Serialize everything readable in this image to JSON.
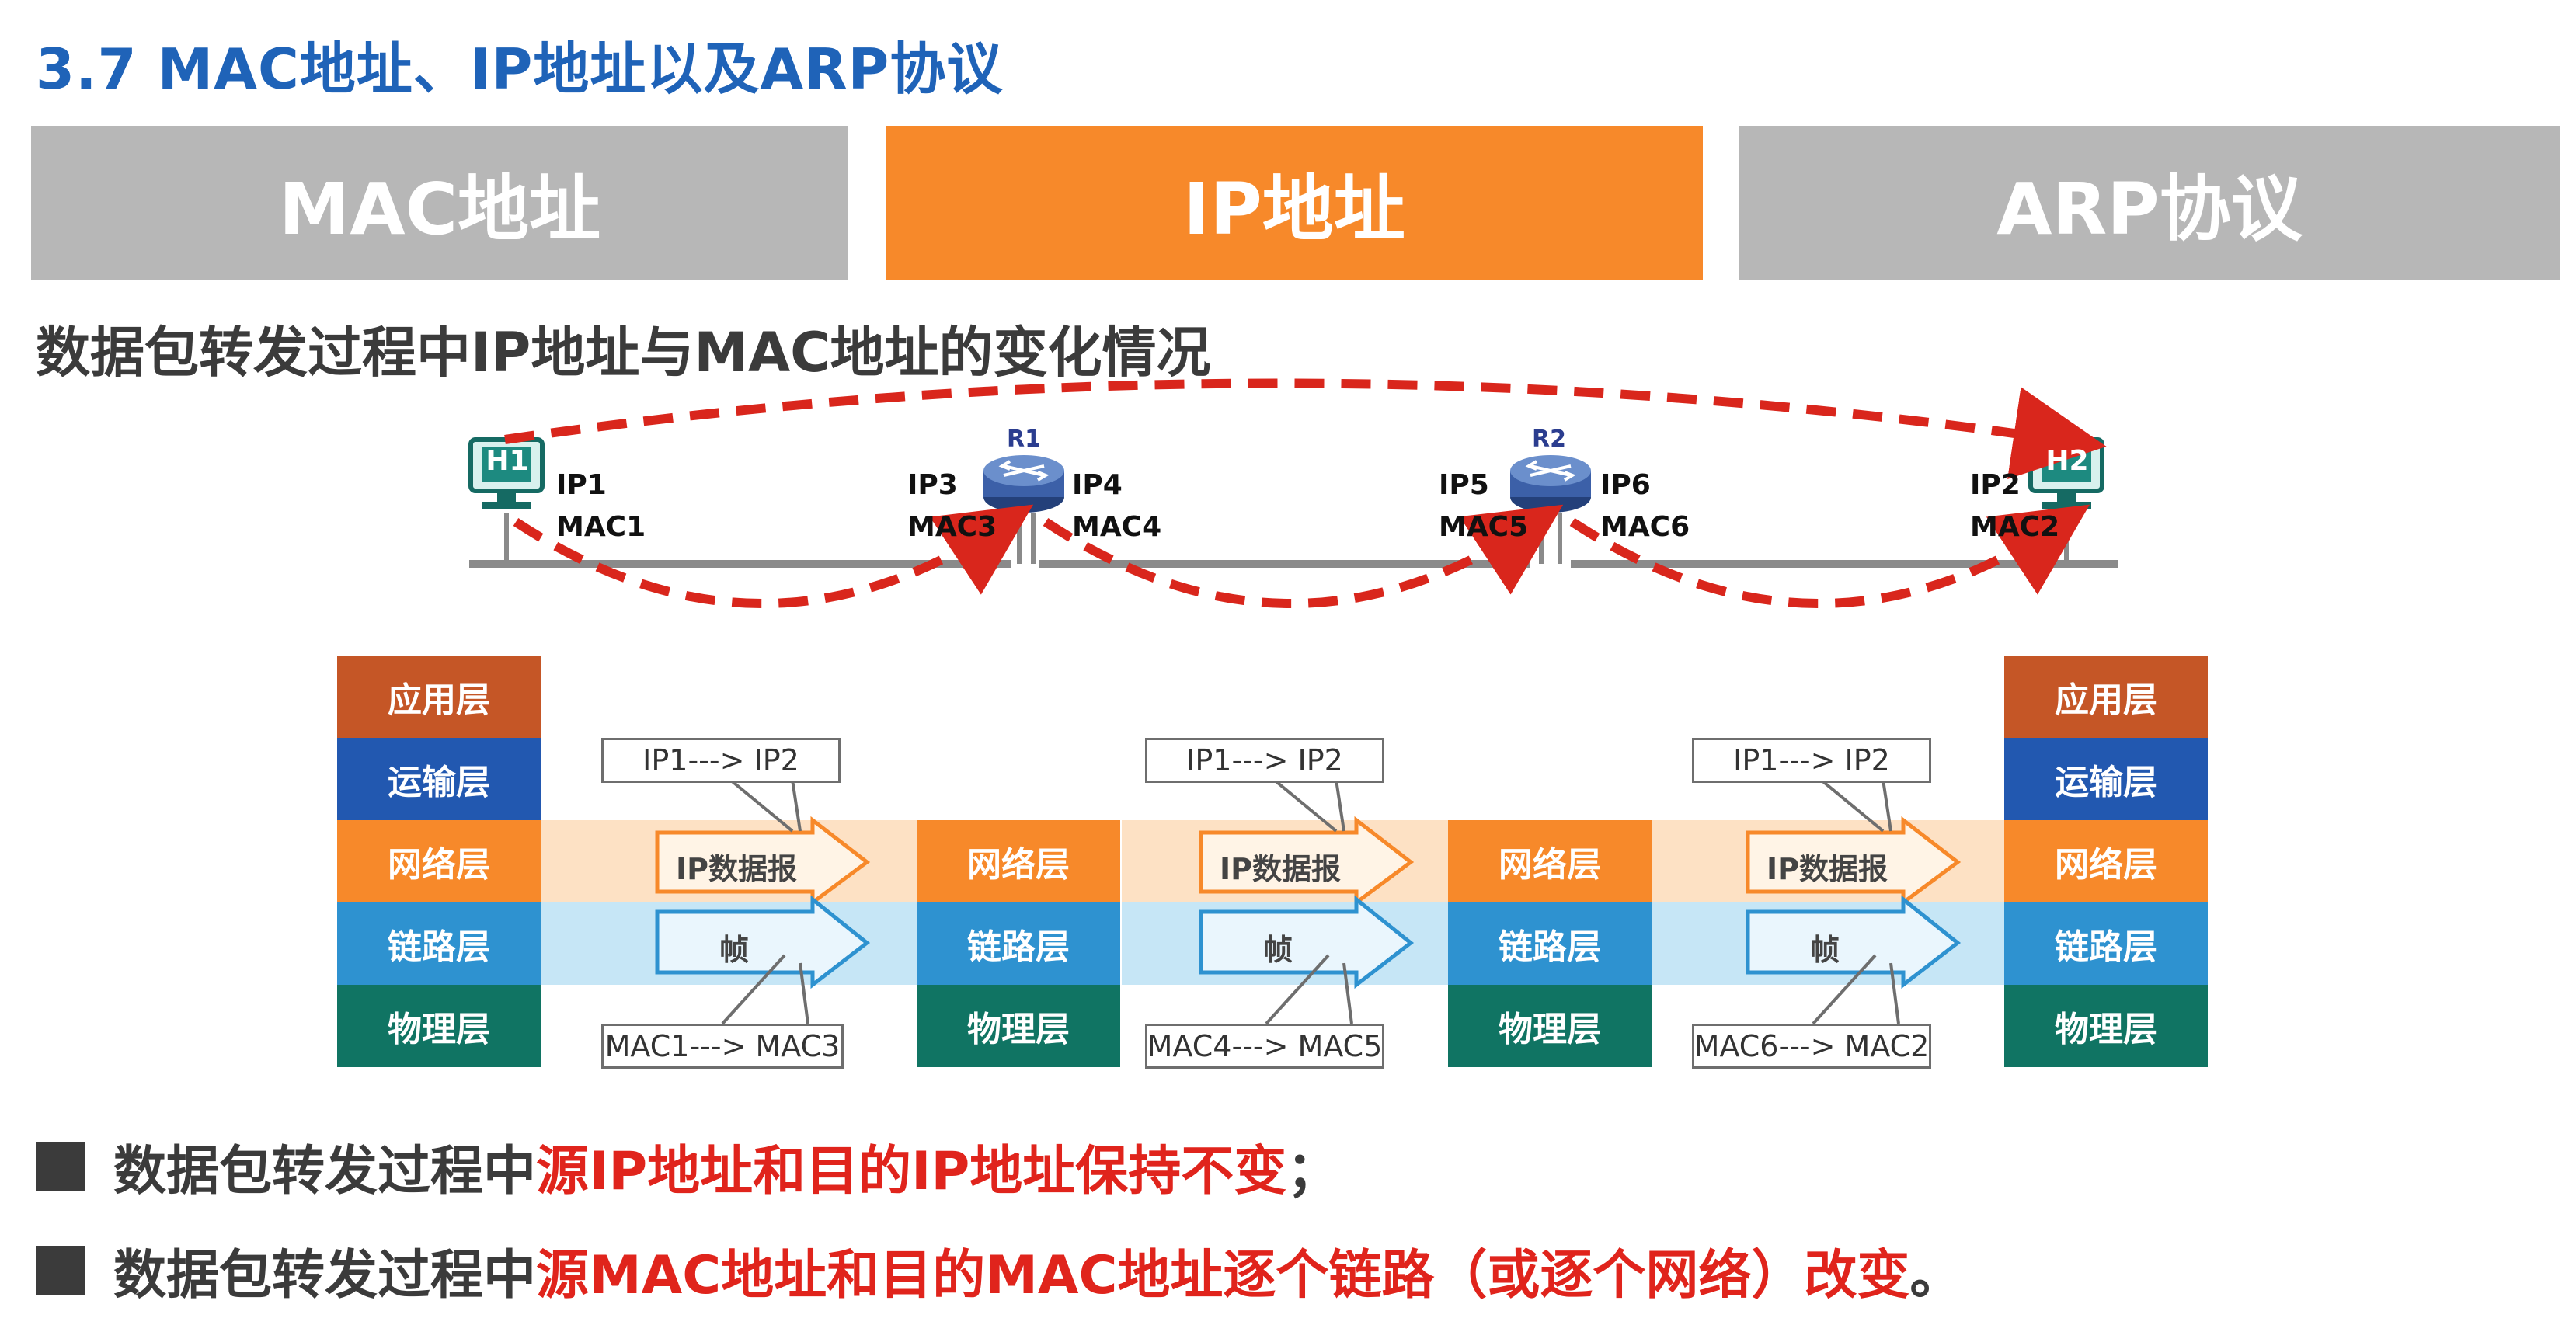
{
  "title": "3.7 MAC地址、IP地址以及ARP协议",
  "tabs": [
    {
      "label": "MAC地址",
      "active": false
    },
    {
      "label": "IP地址",
      "active": true
    },
    {
      "label": "ARP协议",
      "active": false
    }
  ],
  "subtitle": "数据包转发过程中IP地址与MAC地址的变化情况",
  "network": {
    "h1": "H1",
    "h2": "H2",
    "r1": "R1",
    "r2": "R2",
    "h1_ip": "IP1",
    "h1_mac": "MAC1",
    "r1_left_ip": "IP3",
    "r1_left_mac": "MAC3",
    "r1_right_ip": "IP4",
    "r1_right_mac": "MAC4",
    "r2_left_ip": "IP5",
    "r2_left_mac": "MAC5",
    "r2_right_ip": "IP6",
    "r2_right_mac": "MAC6",
    "h2_ip": "IP2",
    "h2_mac": "MAC2"
  },
  "layers": {
    "app": "应用层",
    "transport": "运输层",
    "network": "网络层",
    "link": "链路层",
    "physical": "物理层"
  },
  "hops": [
    {
      "ip_note": "IP1---> IP2",
      "datagram": "IP数据报",
      "frame": "帧",
      "mac_note": "MAC1---> MAC3"
    },
    {
      "ip_note": "IP1---> IP2",
      "datagram": "IP数据报",
      "frame": "帧",
      "mac_note": "MAC4---> MAC5"
    },
    {
      "ip_note": "IP1---> IP2",
      "datagram": "IP数据报",
      "frame": "帧",
      "mac_note": "MAC6---> MAC2"
    }
  ],
  "bullets": [
    {
      "prefix": "数据包转发过程中",
      "highlight": "源IP地址和目的IP地址保持不变",
      "suffix": "；"
    },
    {
      "prefix": "数据包转发过程中",
      "highlight": "源MAC地址和目的MAC地址逐个链路（或逐个网络）改变",
      "suffix": "。"
    }
  ],
  "colors": {
    "title": "#1f63b8",
    "tab_active": "#f7892a",
    "tab_inactive": "#b7b7b7",
    "highlight": "#e0241c",
    "dashed_arrow": "#d9261c"
  }
}
